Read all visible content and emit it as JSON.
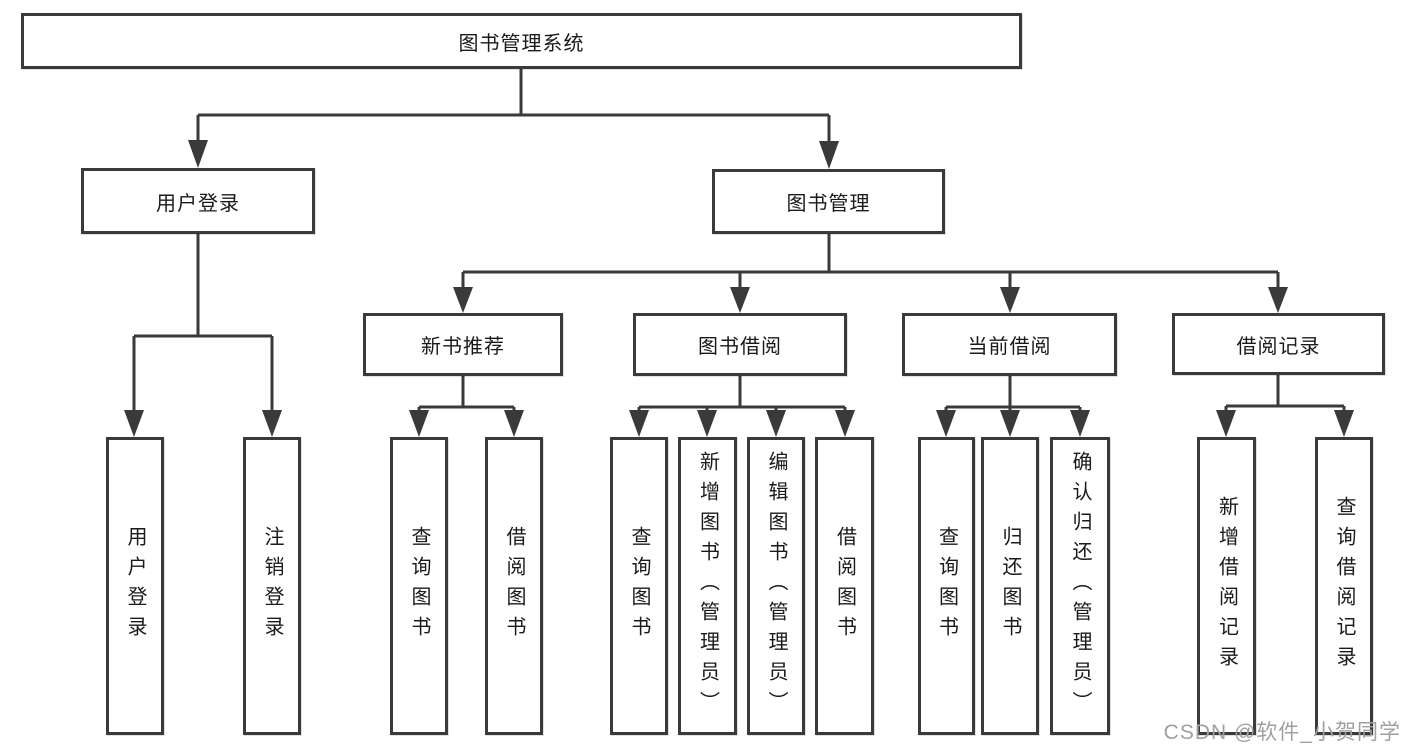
{
  "tree": {
    "label": "图书管理系统",
    "children": [
      {
        "label": "用户登录",
        "children": [
          {
            "label": "用户登录"
          },
          {
            "label": "注销登录"
          }
        ]
      },
      {
        "label": "图书管理",
        "children": [
          {
            "label": "新书推荐",
            "children": [
              {
                "label": "查询图书"
              },
              {
                "label": "借阅图书"
              }
            ]
          },
          {
            "label": "图书借阅",
            "children": [
              {
                "label": "查询图书"
              },
              {
                "label": "新增图书（管理员）"
              },
              {
                "label": "编辑图书（管理员）"
              },
              {
                "label": "借阅图书"
              }
            ]
          },
          {
            "label": "当前借阅",
            "children": [
              {
                "label": "查询图书"
              },
              {
                "label": "归还图书"
              },
              {
                "label": "确认归还（管理员）"
              }
            ]
          },
          {
            "label": "借阅记录",
            "children": [
              {
                "label": "新增借阅记录"
              },
              {
                "label": "查询借阅记录"
              }
            ]
          }
        ]
      }
    ]
  },
  "watermark": "CSDN @软件_小贺同学",
  "colors": {
    "line": "#3a3a3a",
    "box_border": "#3a3a3a",
    "text": "#1a1a1a",
    "watermark_text": "#a0a0a0",
    "background": "#ffffff"
  }
}
